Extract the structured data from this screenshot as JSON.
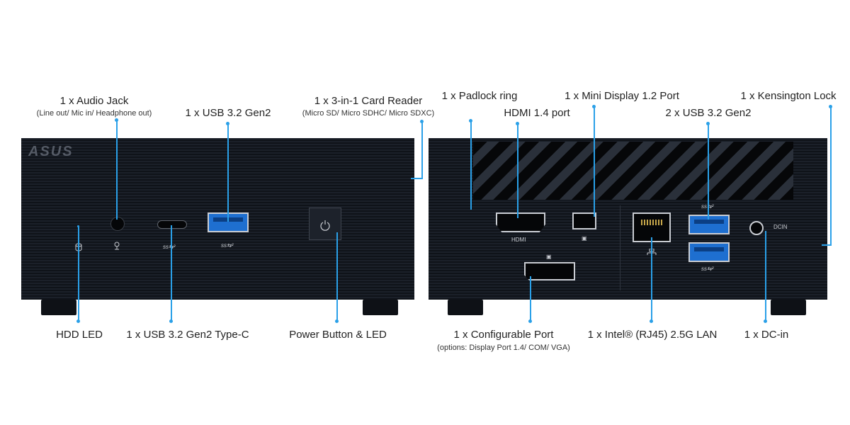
{
  "front": {
    "logo": "ASUS",
    "audio_jack": {
      "title": "1 x Audio Jack",
      "detail": "(Line out/ Mic in/ Headphone out)"
    },
    "usb_gen2": {
      "title": "1 x USB 3.2 Gen2"
    },
    "card_reader": {
      "title": "1 x 3-in-1 Card Reader",
      "detail": "(Micro SD/ Micro SDHC/ Micro SDXC)"
    },
    "hdd_led": {
      "title": "HDD LED"
    },
    "usb_typec": {
      "title": "1 x USB 3.2 Gen2 Type-C"
    },
    "power": {
      "title": "Power Button & LED"
    },
    "ss_mark": "ss⇆²"
  },
  "back": {
    "padlock": {
      "title": "1 x Padlock ring"
    },
    "hdmi": {
      "title": "HDMI 1.4 port",
      "port_text": "HDMI"
    },
    "mini_dp": {
      "title": "1 x Mini Display 1.2 Port"
    },
    "usb_gen2_x2": {
      "title": "2 x USB 3.2 Gen2"
    },
    "kensington": {
      "title": "1 x Kensington Lock"
    },
    "configurable": {
      "title": "1 x Configurable Port",
      "detail": "(options: Display Port 1.4/ COM/ VGA)"
    },
    "lan": {
      "title": "1 x Intel® (RJ45) 2.5G LAN"
    },
    "dc": {
      "title": "1 x DC-in",
      "port_text": "DCIN"
    },
    "ss_mark": "ss⇆²"
  },
  "colors": {
    "accent": "#2aa0e8",
    "chassis": "#151a22",
    "usb_blue": "#1e6fd0"
  }
}
